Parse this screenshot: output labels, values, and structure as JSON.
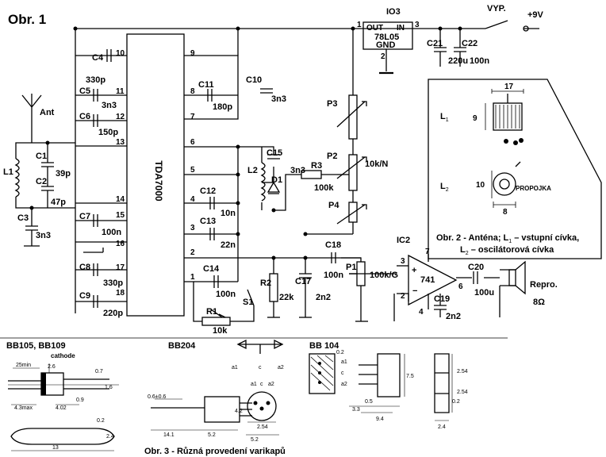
{
  "fig1": {
    "title": "Obr. 1",
    "ic_main": "TDA7000",
    "ic3": {
      "ref": "IO3",
      "part": "78L05",
      "sub": "GND",
      "in": "IN",
      "out": "OUT",
      "pin_in": "3",
      "pin_out": "1",
      "pin_gnd": "2"
    },
    "switch_label": "VYP.",
    "supply": "+9V",
    "c21": {
      "ref": "C21",
      "val": "220u"
    },
    "c22": {
      "ref": "C22",
      "val": "100n"
    },
    "ant": "Ant",
    "l1": "L1",
    "l2": "L2",
    "c1": {
      "ref": "C1",
      "val": "39p"
    },
    "c2": {
      "ref": "C2",
      "val": "47p"
    },
    "c3": {
      "ref": "C3",
      "val": "3n3"
    },
    "c4": {
      "ref": "C4",
      "val": "330p"
    },
    "c5": {
      "ref": "C5",
      "val": "3n3"
    },
    "c6": {
      "ref": "C6",
      "val": "150p"
    },
    "c7": {
      "ref": "C7",
      "val": "100n"
    },
    "c8": {
      "ref": "C8",
      "val": "330p"
    },
    "c9": {
      "ref": "C9",
      "val": "220p"
    },
    "c10": {
      "ref": "C10",
      "val": "3n3"
    },
    "c11": {
      "ref": "C11",
      "val": "180p"
    },
    "c12": {
      "ref": "C12",
      "val": "10n"
    },
    "c13": {
      "ref": "C13",
      "val": "22n"
    },
    "c14": {
      "ref": "C14",
      "val": "100n"
    },
    "c15": {
      "ref": "C15",
      "val": "3n3"
    },
    "c17": {
      "ref": "C17",
      "val": "2n2"
    },
    "c18": {
      "ref": "C18",
      "val": "100n"
    },
    "c19": {
      "ref": "C19",
      "val": "2n2"
    },
    "c20": {
      "ref": "C20",
      "val": "100u"
    },
    "d1": "D1",
    "r1": {
      "ref": "R1",
      "val": "10k"
    },
    "r2": {
      "ref": "R2",
      "val": "22k"
    },
    "r3": {
      "ref": "R3",
      "val": "100k"
    },
    "p1": {
      "ref": "P1",
      "val": "100k/G"
    },
    "p2": {
      "ref": "P2",
      "val": "10k/N"
    },
    "p3": "P3",
    "p4": "P4",
    "s1": "S1",
    "ic2": {
      "ref": "IC2",
      "part": "741"
    },
    "repro": "Repro.",
    "repro_ohm": "8Ω",
    "pins_left": [
      "10",
      "11",
      "12",
      "13",
      "14",
      "15",
      "16",
      "17",
      "18"
    ],
    "pins_right": [
      "9",
      "8",
      "7",
      "6",
      "5",
      "4",
      "3",
      "2",
      "1"
    ],
    "op_pins": [
      "2",
      "3",
      "4",
      "6",
      "7"
    ]
  },
  "fig2": {
    "caption_line1": "Obr. 2 - Anténa; L",
    "caption_sub1": "1",
    "caption_tail1": " – vstupní cívka,",
    "caption_line2": "L",
    "caption_sub2": "2",
    "caption_tail2": " – oscilátorová cívka",
    "l1": "L",
    "l1_sub": "1",
    "l2": "L",
    "l2_sub": "2",
    "dim_17": "17",
    "dim_9": "9",
    "dim_10": "10",
    "dim_8": "8",
    "pojka": "PROPOJKA"
  },
  "fig3": {
    "caption": "Obr. 3 - Různá provedení varikapů",
    "bb105": "BB105, BB109",
    "cathode": "cathode",
    "bb204": "BB204",
    "bb104": "BB 104",
    "a1": "a1",
    "c": "c",
    "a2": "a2",
    "dims": [
      "25min",
      "2.6",
      "0.7",
      "1.6",
      "4.3max",
      "4.02",
      "0.9",
      "0.2",
      "2.4",
      "13",
      "0.6±0.6",
      "4.2",
      "14.1",
      "5.2",
      "2.54",
      "5.2",
      "0.2",
      "7.5",
      "9.4",
      "3.3",
      "0.5",
      "2.54",
      "2.54",
      "0.2",
      "2.4"
    ]
  }
}
